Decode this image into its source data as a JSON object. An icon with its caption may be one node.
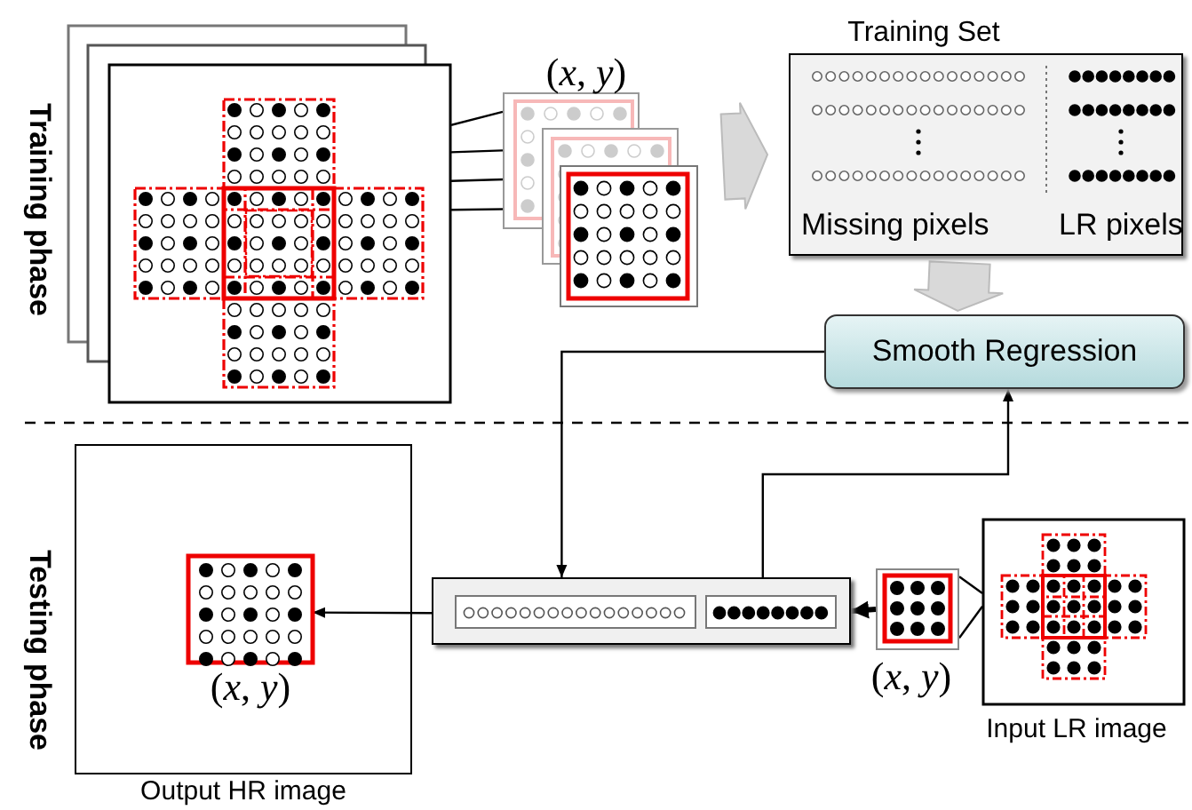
{
  "diagram": {
    "nodes": [
      {
        "text": [],
        "shape": "picture"
      },
      {
        "text": [
          "(*x*, *y*)"
        ]
      },
      {
        "text": [
          "Training Set",
          "Missing pixels",
          "LR pixels"
        ]
      },
      {
        "text": [
          "Smooth Regression"
        ]
      },
      {
        "text": [],
        "shape": "box"
      },
      {
        "text": [
          "(*x*, *y*)"
        ]
      },
      {
        "text": [
          "Input LR image"
        ]
      },
      {
        "text": [
          "Output HR image"
        ]
      },
      {
        "text": [
          "(*x*, *y*)"
        ],
        "in": 7
      }
    ],
    "edges": [
      {
        "from": 0,
        "to": 1,
        "arrow": "none"
      },
      {
        "from": 0,
        "to": 1,
        "arrow": "none"
      },
      {
        "from": 0,
        "to": 1,
        "arrow": "none"
      },
      {
        "from": 0,
        "to": 1,
        "arrow": "none"
      },
      {
        "from": 1,
        "to": 2,
        "arrow": "to",
        "style": "thick",
        "color": "#d9d9d9"
      },
      {
        "from": 2,
        "to": 3,
        "arrow": "to",
        "style": "thick",
        "color": "#d9d9d9"
      },
      {
        "from": 3,
        "to": 4,
        "arrow": "to"
      },
      {
        "from": 4,
        "to": 3,
        "arrow": "to"
      },
      {
        "from": 5,
        "to": 4,
        "arrow": "to",
        "style": "thick"
      },
      {
        "from": 6,
        "to": 5,
        "arrow": "none"
      },
      {
        "from": 6,
        "to": 5,
        "arrow": "none"
      },
      {
        "from": 4,
        "to": 8,
        "arrow": "to"
      }
    ],
    "labels": [
      "Training phase",
      "Testing phase"
    ]
  }
}
